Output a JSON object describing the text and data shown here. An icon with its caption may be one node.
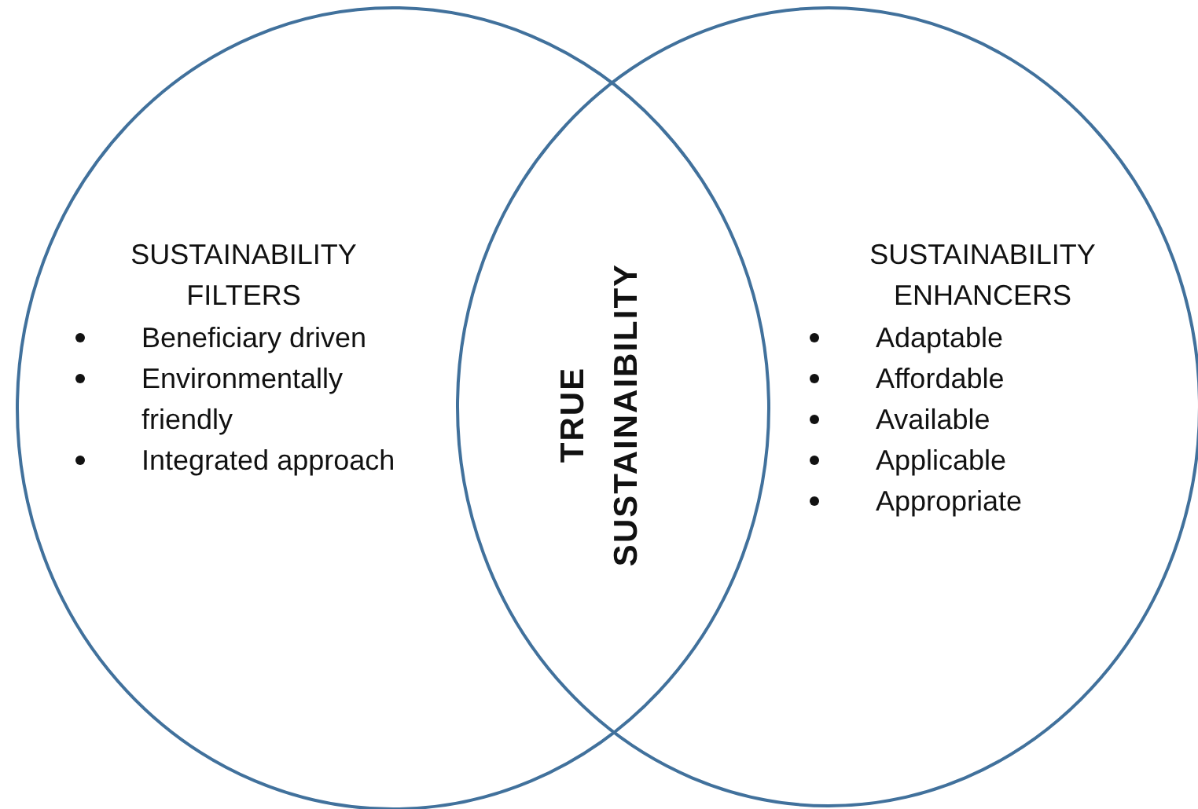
{
  "diagram": {
    "nodes": [
      {
        "text": [
          "SUSTAINABILITY FILTERS",
          "Beneficiary driven",
          "Environmentally friendly",
          "Integrated approach"
        ]
      },
      {
        "text": [
          "SUSTAINABILITY ENHANCERS",
          "Adaptable",
          "Affordable",
          "Available",
          "Applicable",
          "Appropriate"
        ]
      }
    ],
    "edges": [],
    "labels": [
      "TRUE SUSTAINAIBILITY"
    ]
  }
}
